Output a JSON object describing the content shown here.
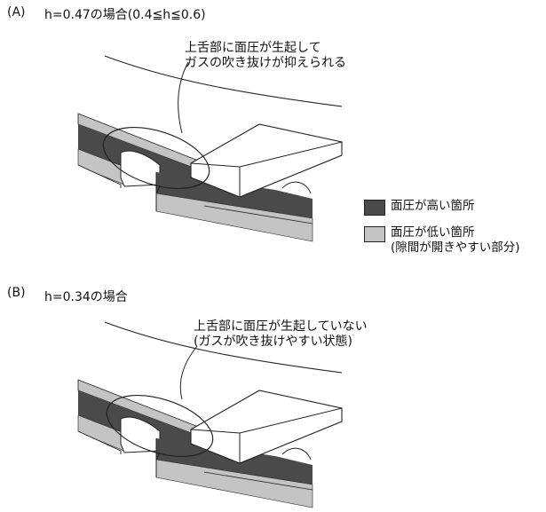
{
  "sections": [
    {
      "label": "(A)",
      "title": "h=0.47の場合(0.4≦h≦0.6)",
      "note_lines": [
        "上舌部に面圧が生起して",
        "ガスの吹き抜けが抑えられる"
      ]
    },
    {
      "label": "(B)",
      "title": "h=0.34の場合",
      "note_lines": [
        "上舌部に面圧が生起していない",
        "(ガスが吹き抜けやすい状態)"
      ]
    }
  ],
  "legend": {
    "high": {
      "label": "面圧が高い箇所",
      "color": "#4a4a4a"
    },
    "low": {
      "label_lines": [
        "面圧が低い箇所",
        "(隙間が開きやすい部分)"
      ],
      "color": "#c4c4c4"
    }
  }
}
